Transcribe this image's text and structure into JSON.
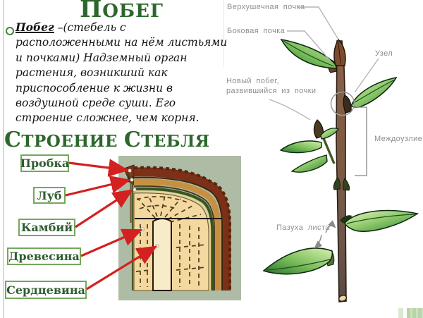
{
  "slide": {
    "title": {
      "initial": "П",
      "rest": "ОБЕГ"
    },
    "definition": {
      "term": "Побег",
      "rest": " –(стебель с расположенными на нём листьями и почками) Надземный орган растения, возникший как приспособление к жизни в воздушной среде суши. Его строение сложнее, чем корня."
    },
    "section_heading": {
      "w1_initial": "С",
      "w1_rest": "ТРОЕНИЕ",
      "w2_initial": "С",
      "w2_rest": "ТЕБЛЯ"
    },
    "stem_layers": [
      {
        "label": "Пробка"
      },
      {
        "label": "Луб"
      },
      {
        "label": "Камбий"
      },
      {
        "label": "Древесина"
      },
      {
        "label": "Сердцевина"
      }
    ],
    "shoot_diagram": {
      "apical_bud": "Верхушечная почка",
      "lateral_bud": "Боковая почка",
      "node": "Узел",
      "new_shoot": "Новый побег,\nразвившийся из почки",
      "internode": "Междоузлие",
      "leaf_axil": "Пазуха листа"
    },
    "colors": {
      "heading_green": "#2c672c",
      "box_border_green": "#74a85c",
      "box_text_green": "#2e5c2e",
      "arrow_red": "#d42020",
      "diagram_label_gray": "#8e8e8e",
      "leaf_green": "#4c9d4e",
      "bark_brown": "#7c3017",
      "phloem_gold": "#c79040",
      "cambium_green": "#39551f",
      "wood_tan": "#f3d89f",
      "pith_cream": "#f8ebc8",
      "cross_section_bg": "#aebca5",
      "slide_accent": "#cfe0c8"
    }
  }
}
